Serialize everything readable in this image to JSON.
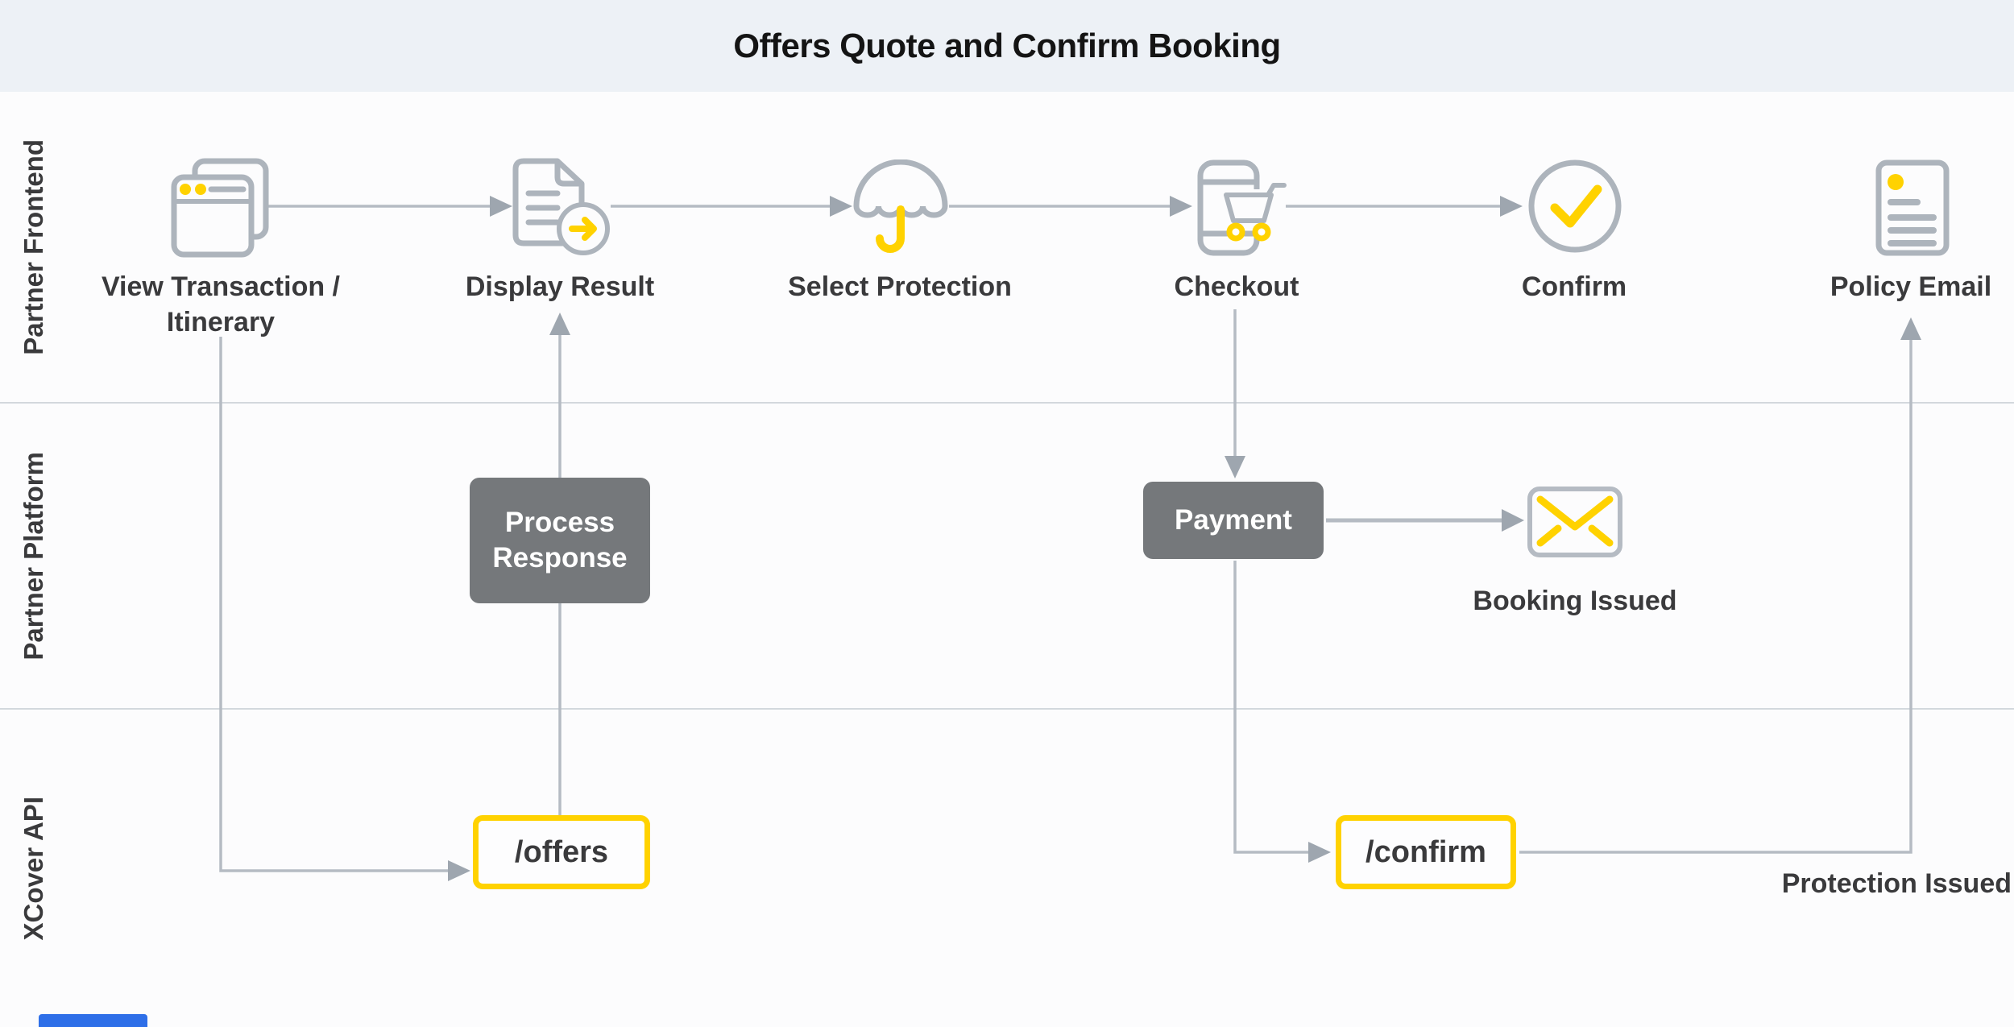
{
  "title": "Offers Quote and Confirm Booking",
  "lanes": [
    {
      "label": "Partner Frontend"
    },
    {
      "label": "Partner Platform"
    },
    {
      "label": "XCover API"
    }
  ],
  "frontend_nodes": {
    "view_transaction": {
      "label_line1": "View Transaction /",
      "label_line2": "Itinerary"
    },
    "display_result": {
      "label": "Display Result"
    },
    "select_protection": {
      "label": "Select Protection"
    },
    "checkout": {
      "label": "Checkout"
    },
    "confirm": {
      "label": "Confirm"
    },
    "policy_email": {
      "label": "Policy Email"
    }
  },
  "platform_nodes": {
    "process_response": {
      "label_line1": "Process",
      "label_line2": "Response"
    },
    "payment": {
      "label": "Payment"
    },
    "booking_issued": {
      "label": "Booking Issued"
    }
  },
  "api_nodes": {
    "offers": {
      "label": "/offers"
    },
    "confirm_endpoint": {
      "label": "/confirm"
    },
    "protection_issued": {
      "label": "Protection Issued"
    }
  },
  "colors": {
    "accent_yellow": "#ffd200",
    "box_gray": "#75787b",
    "line_gray": "#b5bbc3",
    "arrowhead_gray": "#9ea6af",
    "icon_gray": "#adb4bc",
    "text_dark": "#3a3a3c",
    "header_bg": "#edf1f6",
    "lane_divider": "#d3d8dd",
    "partial_blue_element": "#2e6fe8"
  }
}
